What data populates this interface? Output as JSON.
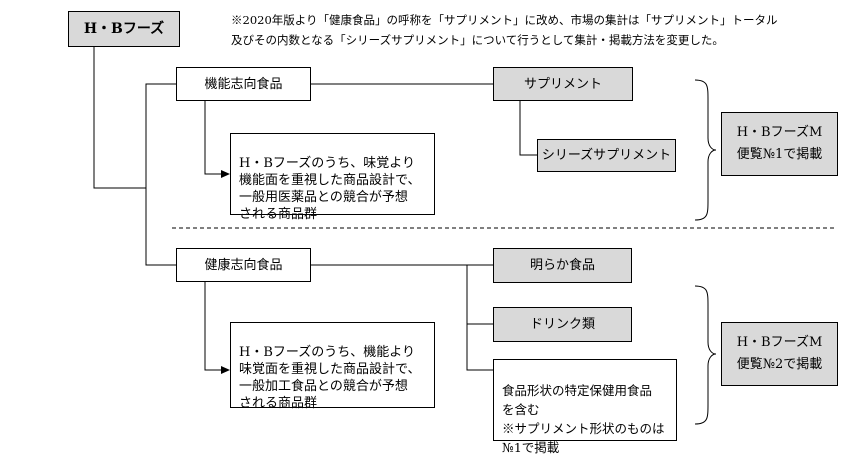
{
  "top": {
    "label": "H・Bフーズ"
  },
  "note": {
    "line1": "※2020年版より「健康食品」の呼称を「サプリメント」に改め、市場の集計は「サプリメント」トータル",
    "line2": "及びその内数となる「シリーズサプリメント」について行うとして集計・掲載方法を変更した。"
  },
  "functional": {
    "label": "機能志向食品",
    "description": "H・Bフーズのうち、味覚より\n機能面を重視した商品設計で、\n一般用医薬品との競合が予想\nされる商品群",
    "supplement": "サプリメント",
    "series": "シリーズサプリメント",
    "reference": "H・BフーズM\n便覧№1で掲載"
  },
  "health": {
    "label": "健康志向食品",
    "description": "H・Bフーズのうち、機能より\n味覚面を重視した商品設計で、\n一般加工食品との競合が予想\nされる商品群",
    "item1": "明らか食品",
    "item2": "ドリンク類",
    "item3": "食品形状の特定保健用食品\nを含む\n※サプリメント形状のものは\n№1で掲載",
    "reference": "H・BフーズM\n便覧№2で掲載"
  }
}
